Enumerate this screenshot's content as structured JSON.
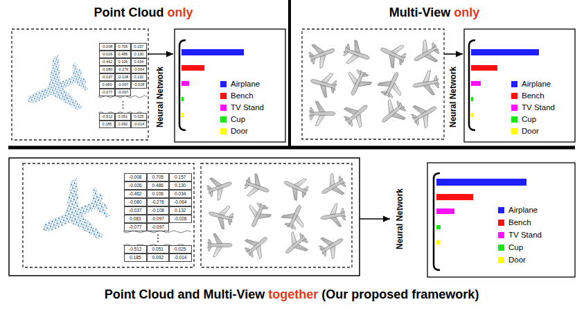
{
  "diagram": {
    "nodes": [
      {
        "text": [
          "-0.008",
          "0.705",
          "0.157",
          "-0.026",
          "0.486",
          "0.130",
          "-0.462",
          "0.106",
          "0.034",
          "-0.080",
          "-0.276",
          "-0.064",
          "-0.037",
          "-0.108",
          "0.132",
          "0.083",
          "-0.097",
          "-0.028",
          "-0.077",
          "-0.097",
          "-0.512",
          "0.051",
          "0.025",
          "0.185",
          "0.092",
          "-0.014"
        ]
      },
      {
        "text": [
          "-0.008",
          "0.705",
          "0.157",
          "-0.026",
          "0.486",
          "0.130",
          "-0.462",
          "0.106",
          "0.034",
          "-0.080",
          "-0.276",
          "-0.064",
          "-0.037",
          "-0.108",
          "0.132",
          "0.083",
          "-0.097",
          "-0.028",
          "-0.077",
          "-0.097",
          "-0.512",
          "0.051",
          "0.025",
          "0.185",
          "0.092",
          "-0.014"
        ]
      }
    ],
    "labels": [
      "Point Cloud",
      "only",
      "Neural Network",
      "Multi-View",
      "only",
      "Neural Network",
      "Neural Network",
      "Point Cloud and Multi-View",
      "together",
      "(Our proposed framework)"
    ],
    "legend": [
      {
        "text": "Airplane",
        "color": "#1f1fff"
      },
      {
        "text": "Bench",
        "color": "#ff1010"
      },
      {
        "text": "TV Stand",
        "color": "#ff10ff"
      },
      {
        "text": "Cup",
        "color": "#19e619"
      },
      {
        "text": "Door",
        "color": "#ffff00"
      },
      {
        "text": "Airplane",
        "color": "#1f1fff"
      },
      {
        "text": "Bench",
        "color": "#ff1010"
      },
      {
        "text": "TV Stand",
        "color": "#ff10ff"
      },
      {
        "text": "Cup",
        "color": "#19e619"
      },
      {
        "text": "Door",
        "color": "#ffff00"
      },
      {
        "text": "Airplane",
        "color": "#1f1fff"
      },
      {
        "text": "Bench",
        "color": "#ff1010"
      },
      {
        "text": "TV Stand",
        "color": "#ff10ff"
      },
      {
        "text": "Cup",
        "color": "#19e619"
      },
      {
        "text": "Door",
        "color": "#ffff00"
      }
    ]
  }
}
